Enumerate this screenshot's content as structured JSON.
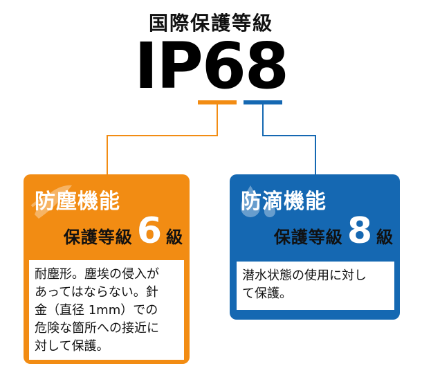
{
  "heading": "国際保護等級",
  "code": "IP68",
  "colors": {
    "dust_accent": "#f28c13",
    "water_accent": "#1568b2"
  },
  "dust": {
    "title": "防塵機能",
    "grade_label": "保護等級",
    "grade": "6",
    "grade_suffix": "級",
    "description": "耐塵形。塵埃の侵入が\nあってはならない。針\n金（直径 1mm）での\n危険な箇所への接近に\n対して保護。",
    "icon": "wind-icon"
  },
  "water": {
    "title": "防滴機能",
    "grade_label": "保護等級",
    "grade": "8",
    "grade_suffix": "級",
    "description": "潜水状態の使用に対し\nて保護。",
    "icon": "water-drop-icon"
  }
}
